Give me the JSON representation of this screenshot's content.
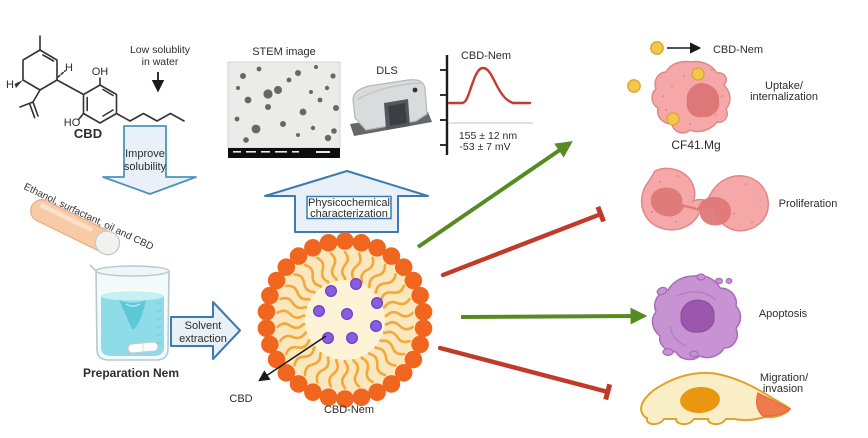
{
  "colors": {
    "green_arrow": "#568b22",
    "red_inhibit": "#c13b2a",
    "block_arrow_border": "#3d7bae",
    "block_arrow_fill": "#e9f0f8",
    "micelle_head": "#f1661f",
    "micelle_tail": "#f2a93b",
    "micelle_body": "#fae7bd",
    "micelle_core": "#fdf3d6",
    "cbd_dot": "#8a5ce0",
    "cell_pink": "#f6a7a7",
    "cell_pink_dark": "#de7878",
    "cell_purple": "#c893d2",
    "cell_purple_dark": "#9b57ad",
    "cell_yellow_body": "#faeec6",
    "cell_yellow_border": "#dfa32b",
    "cell_yellow_nucleus": "#e8970e",
    "vesicle_yellow": "#f2c84b",
    "liquid_cyan": "#8edce8",
    "curve_red": "#c93a2e"
  },
  "molecule": {
    "name": "CBD",
    "hydroxyl_top": "OH",
    "hydroxyl_bottom": "HO",
    "h_top": "H",
    "h_left": "H",
    "note_line1": "Low solublity",
    "note_line2": "in water"
  },
  "process": {
    "improve_line1": "Improve",
    "improve_line2": "solubility",
    "tube_label": "Ethanol, surfactant, oil and CBD",
    "beaker_label": "Preparation Nem",
    "solvent_line1": "Solvent",
    "solvent_line2": "extraction"
  },
  "characterization": {
    "stem_title": "STEM image",
    "dls_label": "DLS",
    "arrow_line1": "Physicochemical",
    "arrow_line2": "characterization",
    "chart": {
      "type": "line",
      "title": "CBD-Nem",
      "description": "DLS size distribution, single asymmetric peak",
      "size": "155 ± 12 nm",
      "zeta_potential": "-53 ± 7 mV"
    }
  },
  "nanoemulsion": {
    "label": "CBD-Nem",
    "cargo_label": "CBD"
  },
  "effects": {
    "particle_label": "CBD-Nem",
    "items": [
      {
        "effect": "Uptake/",
        "effect_line2": "internalization",
        "cell": "CF41.Mg",
        "direction": "promotes"
      },
      {
        "effect": "Proliferation",
        "direction": "inhibits"
      },
      {
        "effect": "Apoptosis",
        "direction": "promotes"
      },
      {
        "effect": "Migration/",
        "effect_line2": "invasion",
        "direction": "inhibits"
      }
    ]
  }
}
